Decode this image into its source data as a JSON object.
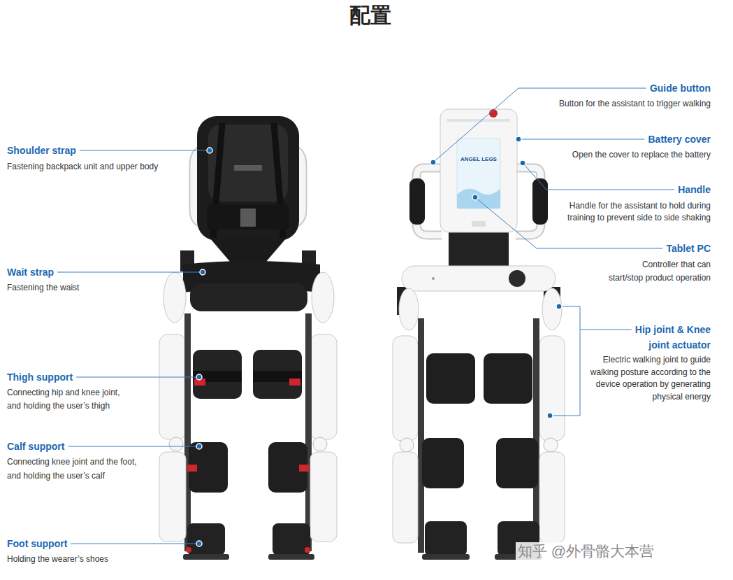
{
  "diagram": {
    "title": "配置",
    "labels": [
      "Guide button",
      "Button for the assistant to trigger walking",
      "Battery cover",
      "Open the cover to replace the battery",
      "Shoulder strap",
      "Fastening backpack unit and upper body",
      "ANGEL LEGS",
      "Handle",
      "Handle for the assistant to hold during training to prevent side to side shaking",
      "Tablet PC",
      "Controller that can start/stop product operation",
      "Wait strap",
      "Fastening the waist",
      "Hip joint & Knee joint actuator",
      "Electric walking joint to guide walking posture according to the device operation by generating physical energy",
      "Thigh support",
      "Connecting hip and knee joint, and holding the user’s thigh",
      "Calf support",
      "Connecting knee joint and the foot, and holding the user’s calf",
      "Foot support",
      "Holding the wearer’s shoes",
      "知乎 @外骨骼大本营"
    ]
  }
}
